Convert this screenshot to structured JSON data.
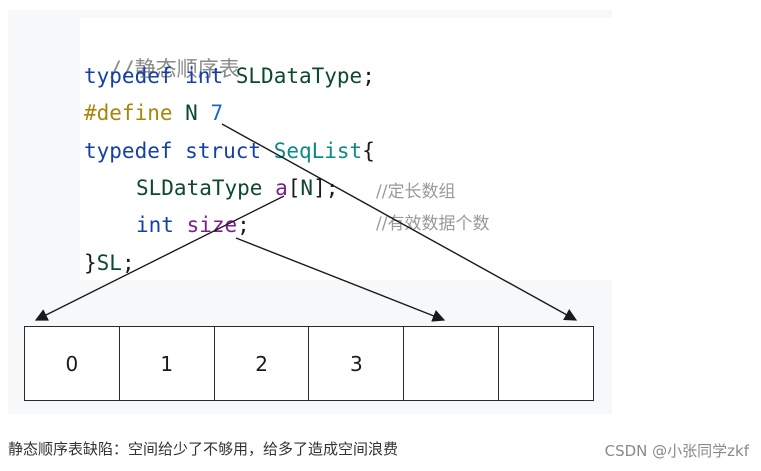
{
  "code": {
    "comment_title": "//静态顺序表",
    "line_typedef": {
      "kw": "typedef",
      "type": "int",
      "name": "SLDataType",
      "end": ";"
    },
    "line_define": {
      "directive": "#define",
      "name": "N",
      "value": "7"
    },
    "line_struct": {
      "kw1": "typedef",
      "kw2": "struct",
      "name": "SeqList",
      "brace": "{"
    },
    "line_array": {
      "type": "SLDataType",
      "member": "a",
      "open": "[",
      "index": "N",
      "close": "];"
    },
    "line_size": {
      "type": "int",
      "member": "size",
      "end": ";"
    },
    "line_end": {
      "brace": "}",
      "alias": "SL",
      "end": ";"
    },
    "comment_array": "//定长数组",
    "comment_size": "//有效数据个数"
  },
  "array_cells": [
    "0",
    "1",
    "2",
    "3",
    "",
    ""
  ],
  "caption": "静态顺序表缺陷：空间给少了不够用，给多了造成空间浪费",
  "watermark": "CSDN @小张同学zkf"
}
